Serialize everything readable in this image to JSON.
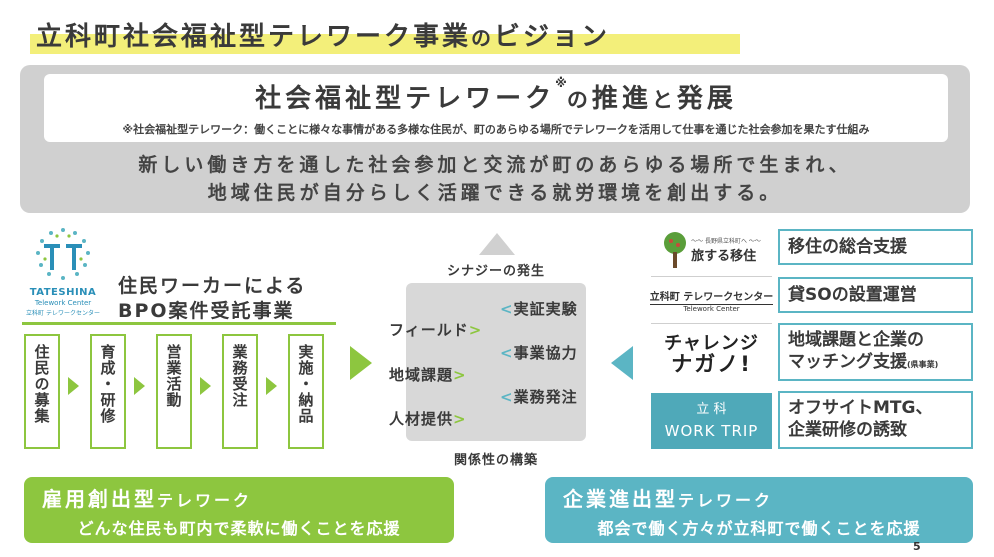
{
  "header": {
    "title_main": "立科町社会福祉型テレワーク事業",
    "title_no": "の",
    "title_tail": "ビジョン"
  },
  "vision": {
    "heading_main": "社会福祉型テレワーク",
    "heading_mark": "※",
    "heading_no": "の",
    "heading_mid": "推進",
    "heading_to": "と",
    "heading_end": "発展",
    "note": "※社会福祉型テレワーク：働くことに様々な事情がある多様な住民が、町のあらゆる場所でテレワークを活用して仕事を通じた社会参加を果たす仕組み",
    "line1": "新しい働き方を通した社会参加と交流が町のあらゆる場所で生まれ、",
    "line2": "地域住民が自分らしく活躍できる就労環境を創出する。"
  },
  "left": {
    "logo_name": "TATESHINA",
    "logo_sub": "Telework Center",
    "logo_sub2": "立科町 テレワークセンター",
    "bpo_line1": "住民ワーカーによる",
    "bpo_line2": "BPO案件受託事業",
    "steps": [
      "住民の募集",
      "育成・研修",
      "営業活動",
      "業務受注",
      "実施・納品"
    ]
  },
  "center": {
    "synergy": "シナジーの発生",
    "relation": "関係性の構築",
    "left_items": [
      "フィールド",
      "地域課題",
      "人材提供"
    ],
    "right_items": [
      "実証実験",
      "事業協力",
      "業務発注"
    ],
    "gt": ">",
    "lt": "<"
  },
  "right": {
    "logo1_small": "〜〜 長野県立科町へ 〜〜",
    "logo1_main": "旅する移住",
    "logo2_main": "立科町 テレワークセンター",
    "logo2_sub": "Telework Center",
    "logo3_line1": "チャレンジ",
    "logo3_line2": "ナガノ!",
    "logo4_line1": "立  科",
    "logo4_line2": "WORK TRIP",
    "box1": "移住の総合支援",
    "box2": "貸SOの設置運営",
    "box3_line1": "地域課題と企業の",
    "box3_line2": "マッチング支援",
    "box3_tag": "(県事業)",
    "box4_line1": "オフサイトMTG、",
    "box4_line2": "企業研修の誘致"
  },
  "bottom": {
    "left_head_main": "雇用創出型",
    "left_head_tail": "テレワーク",
    "left_sub": "どんな住民も町内で柔軟に働くことを応援",
    "right_head_main": "企業進出型",
    "right_head_tail": "テレワーク",
    "right_sub": "都会で働く方々が立科町で働くことを応援"
  },
  "page_number": "5",
  "colors": {
    "green": "#8dc63f",
    "teal": "#5bb5c4",
    "highlight": "#f3ef7a",
    "gray": "#d0d0d0"
  }
}
